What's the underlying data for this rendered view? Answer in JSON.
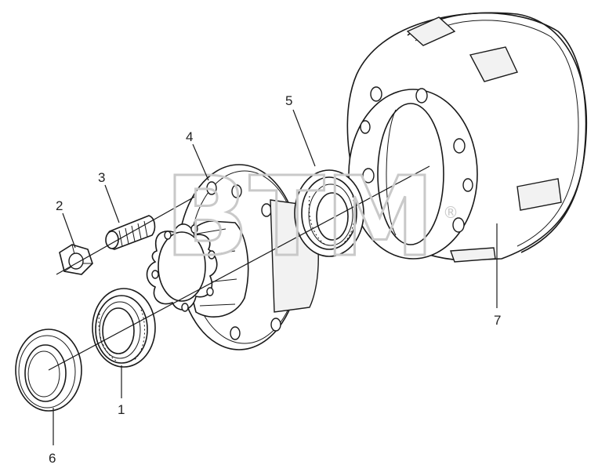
{
  "watermark": {
    "text": "BTM",
    "registered_mark": "®"
  },
  "callouts": [
    {
      "id": "1",
      "part": "inner-bearing"
    },
    {
      "id": "2",
      "part": "wheel-nut"
    },
    {
      "id": "3",
      "part": "wheel-stud"
    },
    {
      "id": "4",
      "part": "wheel-hub"
    },
    {
      "id": "5",
      "part": "outer-bearing"
    },
    {
      "id": "6",
      "part": "oil-seal"
    },
    {
      "id": "7",
      "part": "brake-drum"
    }
  ]
}
